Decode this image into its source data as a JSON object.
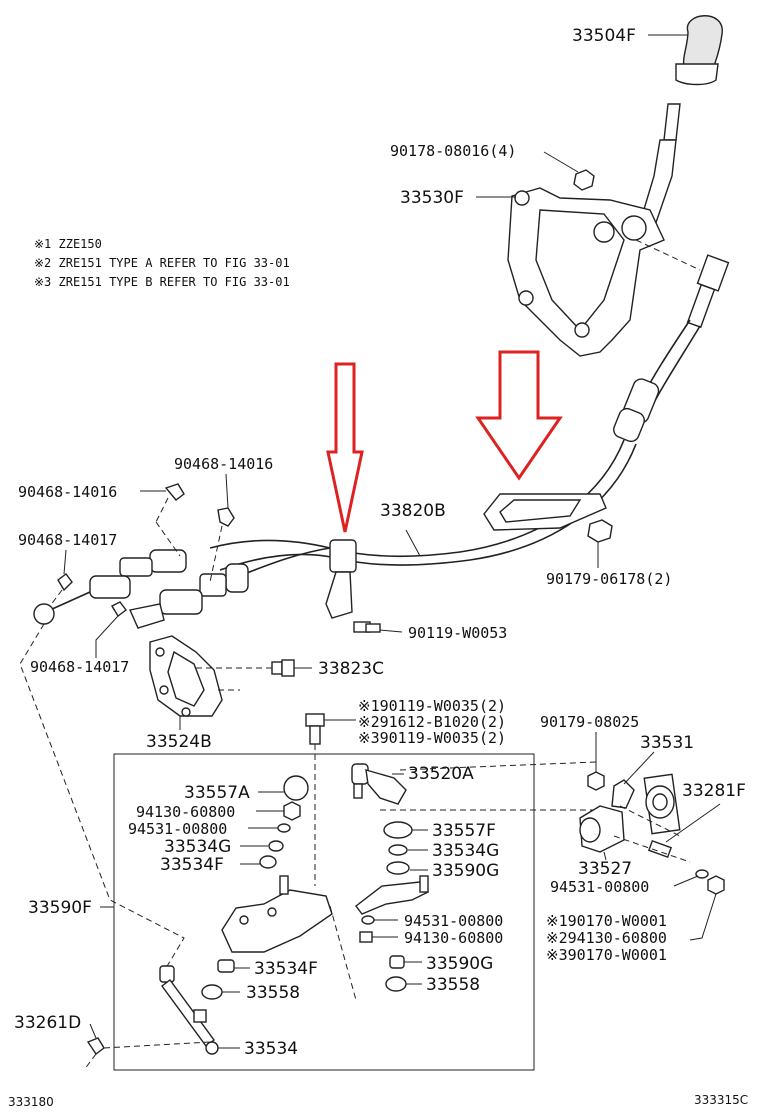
{
  "notes": [
    "※1 ZZE150",
    "※2 ZRE151 TYPE A REFER TO FIG 33-01",
    "※3 ZRE151 TYPE B REFER TO FIG 33-01"
  ],
  "labels": {
    "knob": "33504F",
    "bolt_top": "90178-08016(4)",
    "bracket": "33530F",
    "clip_top": "90468-14016",
    "clip_left": "90468-14016",
    "clip_left2": "90468-14017",
    "cable": "33820B",
    "nut_right": "90179-06178(2)",
    "bolt_mid": "90119-W0053",
    "clip_bottom": "90468-14017",
    "bolt_c": "33823C",
    "bracket_b": "33524B",
    "multi_1": "※190119-W0035(2)",
    "multi_2": "※291612-B1020(2)",
    "multi_3": "※390119-W0035(2)",
    "nut_08025": "90179-08025",
    "p33531": "33531",
    "p33557A": "33557A",
    "p33520A": "33520A",
    "p33281F": "33281F",
    "p94130_1": "94130-60800",
    "p94531_1": "94531-00800",
    "p33557F": "33557F",
    "p33534G_1": "33534G",
    "p33534G_2": "33534G",
    "p33534F_1": "33534F",
    "p33590G_1": "33590G",
    "p33527": "33527",
    "p94531_r": "94531-00800",
    "p33590F": "33590F",
    "p94531_2": "94531-00800",
    "p94130_2": "94130-60800",
    "multi_r1": "※190170-W0001",
    "multi_r2": "※294130-60800",
    "multi_r3": "※390170-W0001",
    "p33534F_2": "33534F",
    "p33590G_2": "33590G",
    "p33558_1": "33558",
    "p33558_2": "33558",
    "p33261D": "33261D",
    "p33534": "33534",
    "fig_left": "333180",
    "fig_right": "333315C"
  },
  "colors": {
    "arrow": "#dd2222",
    "ink": "#222222"
  }
}
